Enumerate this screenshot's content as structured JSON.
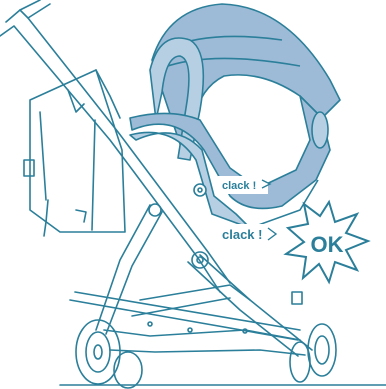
{
  "colors": {
    "line": "#2b7f9a",
    "seat_fill": "#9dbbd6",
    "seat_fill_light": "#b7cfe3",
    "ok_fill": "#ffffff",
    "ok_text": "#2b7f9a"
  },
  "labels": {
    "clack_upper": "clack !",
    "clack_lower": "clack !",
    "ok": "OK"
  },
  "icons": {
    "upper_arrow": "arrow-right-icon",
    "lower_arrow": "arrow-right-icon",
    "burst": "starburst-icon"
  }
}
